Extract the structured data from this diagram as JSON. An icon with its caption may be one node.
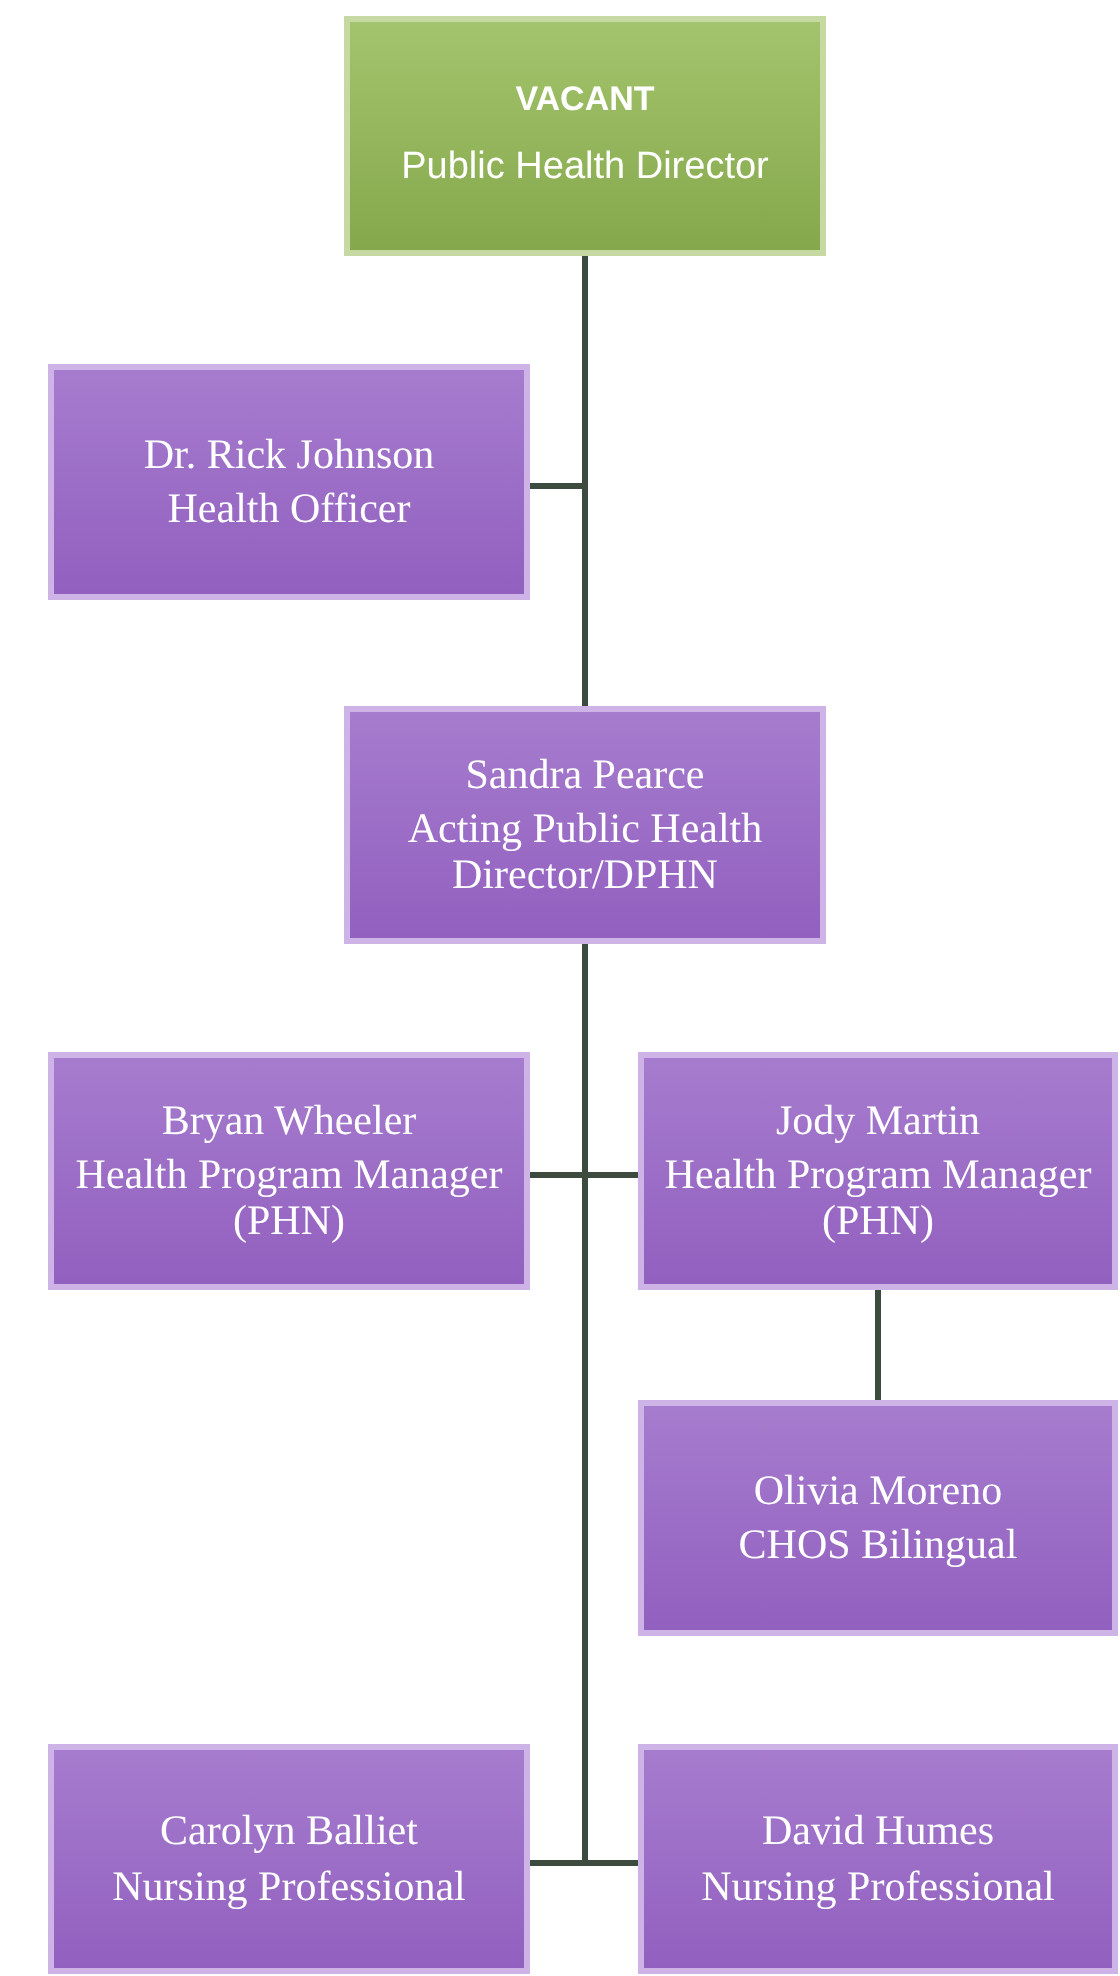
{
  "diagram": {
    "nodes": [
      {
        "text": [
          "VACANT",
          "Public Health Director"
        ]
      },
      {
        "text": [
          "Dr. Rick Johnson",
          "Health Officer"
        ]
      },
      {
        "text": [
          "Sandra Pearce",
          "Acting Public Health Director/DPHN"
        ]
      },
      {
        "text": [
          "Bryan Wheeler",
          "Health Program Manager (PHN)"
        ]
      },
      {
        "text": [
          "Jody Martin",
          "Health Program Manager (PHN)"
        ]
      },
      {
        "text": [
          "Olivia Moreno",
          "CHOS Bilingual"
        ]
      },
      {
        "text": [
          "Carolyn Balliet",
          "Nursing Professional"
        ]
      },
      {
        "text": [
          "David Humes",
          "Nursing Professional"
        ]
      }
    ],
    "edges": [
      {
        "from": 0,
        "to": 1,
        "arrow": "none"
      },
      {
        "from": 0,
        "to": 2,
        "arrow": "none"
      },
      {
        "from": 2,
        "to": 3,
        "arrow": "none"
      },
      {
        "from": 2,
        "to": 4,
        "arrow": "none"
      },
      {
        "from": 4,
        "to": 5,
        "arrow": "none"
      },
      {
        "from": 2,
        "to": 6,
        "arrow": "none"
      },
      {
        "from": 2,
        "to": 7,
        "arrow": "none"
      }
    ]
  }
}
